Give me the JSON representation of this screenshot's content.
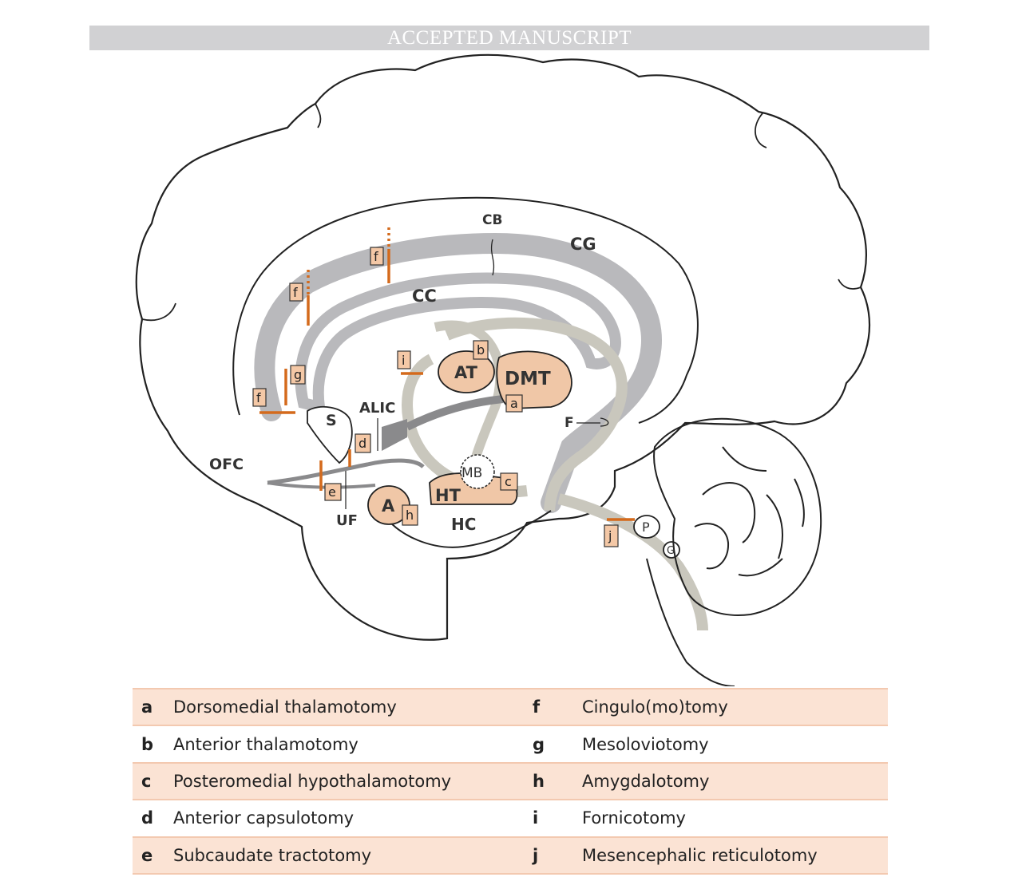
{
  "banner": "ACCEPTED MANUSCRIPT",
  "colors": {
    "tract_gray": "#b9b9bc",
    "fornix": "#c9c7bd",
    "nucleus_fill": "#f0c7a7",
    "cut_orange": "#d46a1c",
    "legend_shade": "#fbe3d4"
  },
  "regions": {
    "CB": "CB",
    "CG": "CG",
    "CC": "CC",
    "OFC": "OFC",
    "ALIC": "ALIC",
    "S": "S",
    "UF": "UF",
    "HC": "HC",
    "F": "F",
    "AT": "AT",
    "DMT": "DMT",
    "MB": "MB",
    "HT": "HT",
    "A": "A",
    "P": "P",
    "G": "G"
  },
  "markers": {
    "f_top": "f",
    "f_mid": "f",
    "f_low": "f",
    "g": "g",
    "i": "i",
    "b": "b",
    "a": "a",
    "d": "d",
    "e": "e",
    "h": "h",
    "c": "c",
    "j": "j"
  },
  "legend": [
    {
      "k1": "a",
      "t1": "Dorsomedial thalamotomy",
      "k2": "f",
      "t2": "Cingulo(mo)tomy"
    },
    {
      "k1": "b",
      "t1": "Anterior thalamotomy",
      "k2": "g",
      "t2": "Mesoloviotomy"
    },
    {
      "k1": "c",
      "t1": "Posteromedial hypothalamotomy",
      "k2": "h",
      "t2": "Amygdalotomy"
    },
    {
      "k1": "d",
      "t1": "Anterior capsulotomy",
      "k2": "i",
      "t2": "Fornicotomy"
    },
    {
      "k1": "e",
      "t1": "Subcaudate tractotomy",
      "k2": "j",
      "t2": "Mesencephalic reticulotomy"
    }
  ]
}
